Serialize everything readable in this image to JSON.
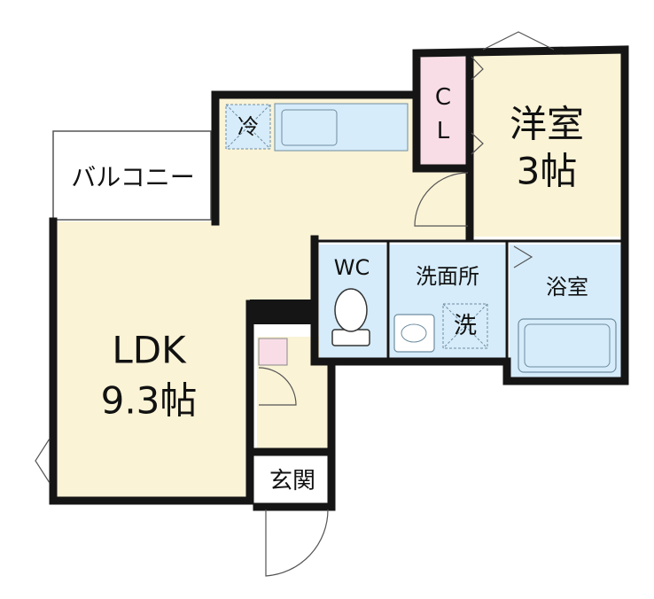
{
  "colors": {
    "wall": "#151515",
    "room_floor": "#faf3d6",
    "wet_area": "#d6ecfa",
    "closet": "#f9dde6",
    "fixture_stroke": "#6e8da0",
    "line": "#555555"
  },
  "rooms": {
    "ldk": {
      "name": "LDK",
      "size": "9.3帖"
    },
    "western": {
      "name": "洋室",
      "size": "3帖"
    },
    "closet": {
      "line1": "C",
      "line2": "L"
    },
    "balcony": {
      "name": "バルコニー"
    },
    "wc": {
      "name": "WC"
    },
    "washroom": {
      "name": "洗面所"
    },
    "bath": {
      "name": "浴室"
    },
    "entrance": {
      "name": "玄関"
    }
  },
  "appliances": {
    "fridge": {
      "label": "冷",
      "icon": "fridge-space-icon"
    },
    "washer": {
      "label": "洗",
      "icon": "washer-space-icon"
    }
  }
}
